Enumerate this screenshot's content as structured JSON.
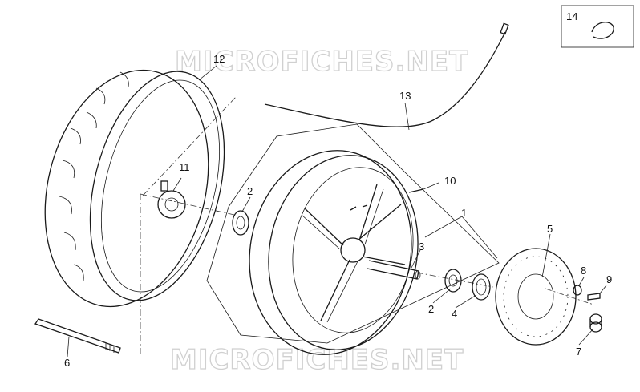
{
  "watermark": {
    "text": "MICROFICHES.NET"
  },
  "callouts": {
    "c1": "1",
    "c2a": "2",
    "c2b": "2",
    "c3": "3",
    "c4": "4",
    "c5": "5",
    "c6": "6",
    "c7": "7",
    "c8": "8",
    "c9": "9",
    "c10": "10",
    "c11": "11",
    "c12": "12",
    "c13": "13",
    "c14": "14"
  },
  "colors": {
    "line": "#1a1a1a",
    "watermark": "#d0d0d0",
    "background": "#ffffff"
  }
}
